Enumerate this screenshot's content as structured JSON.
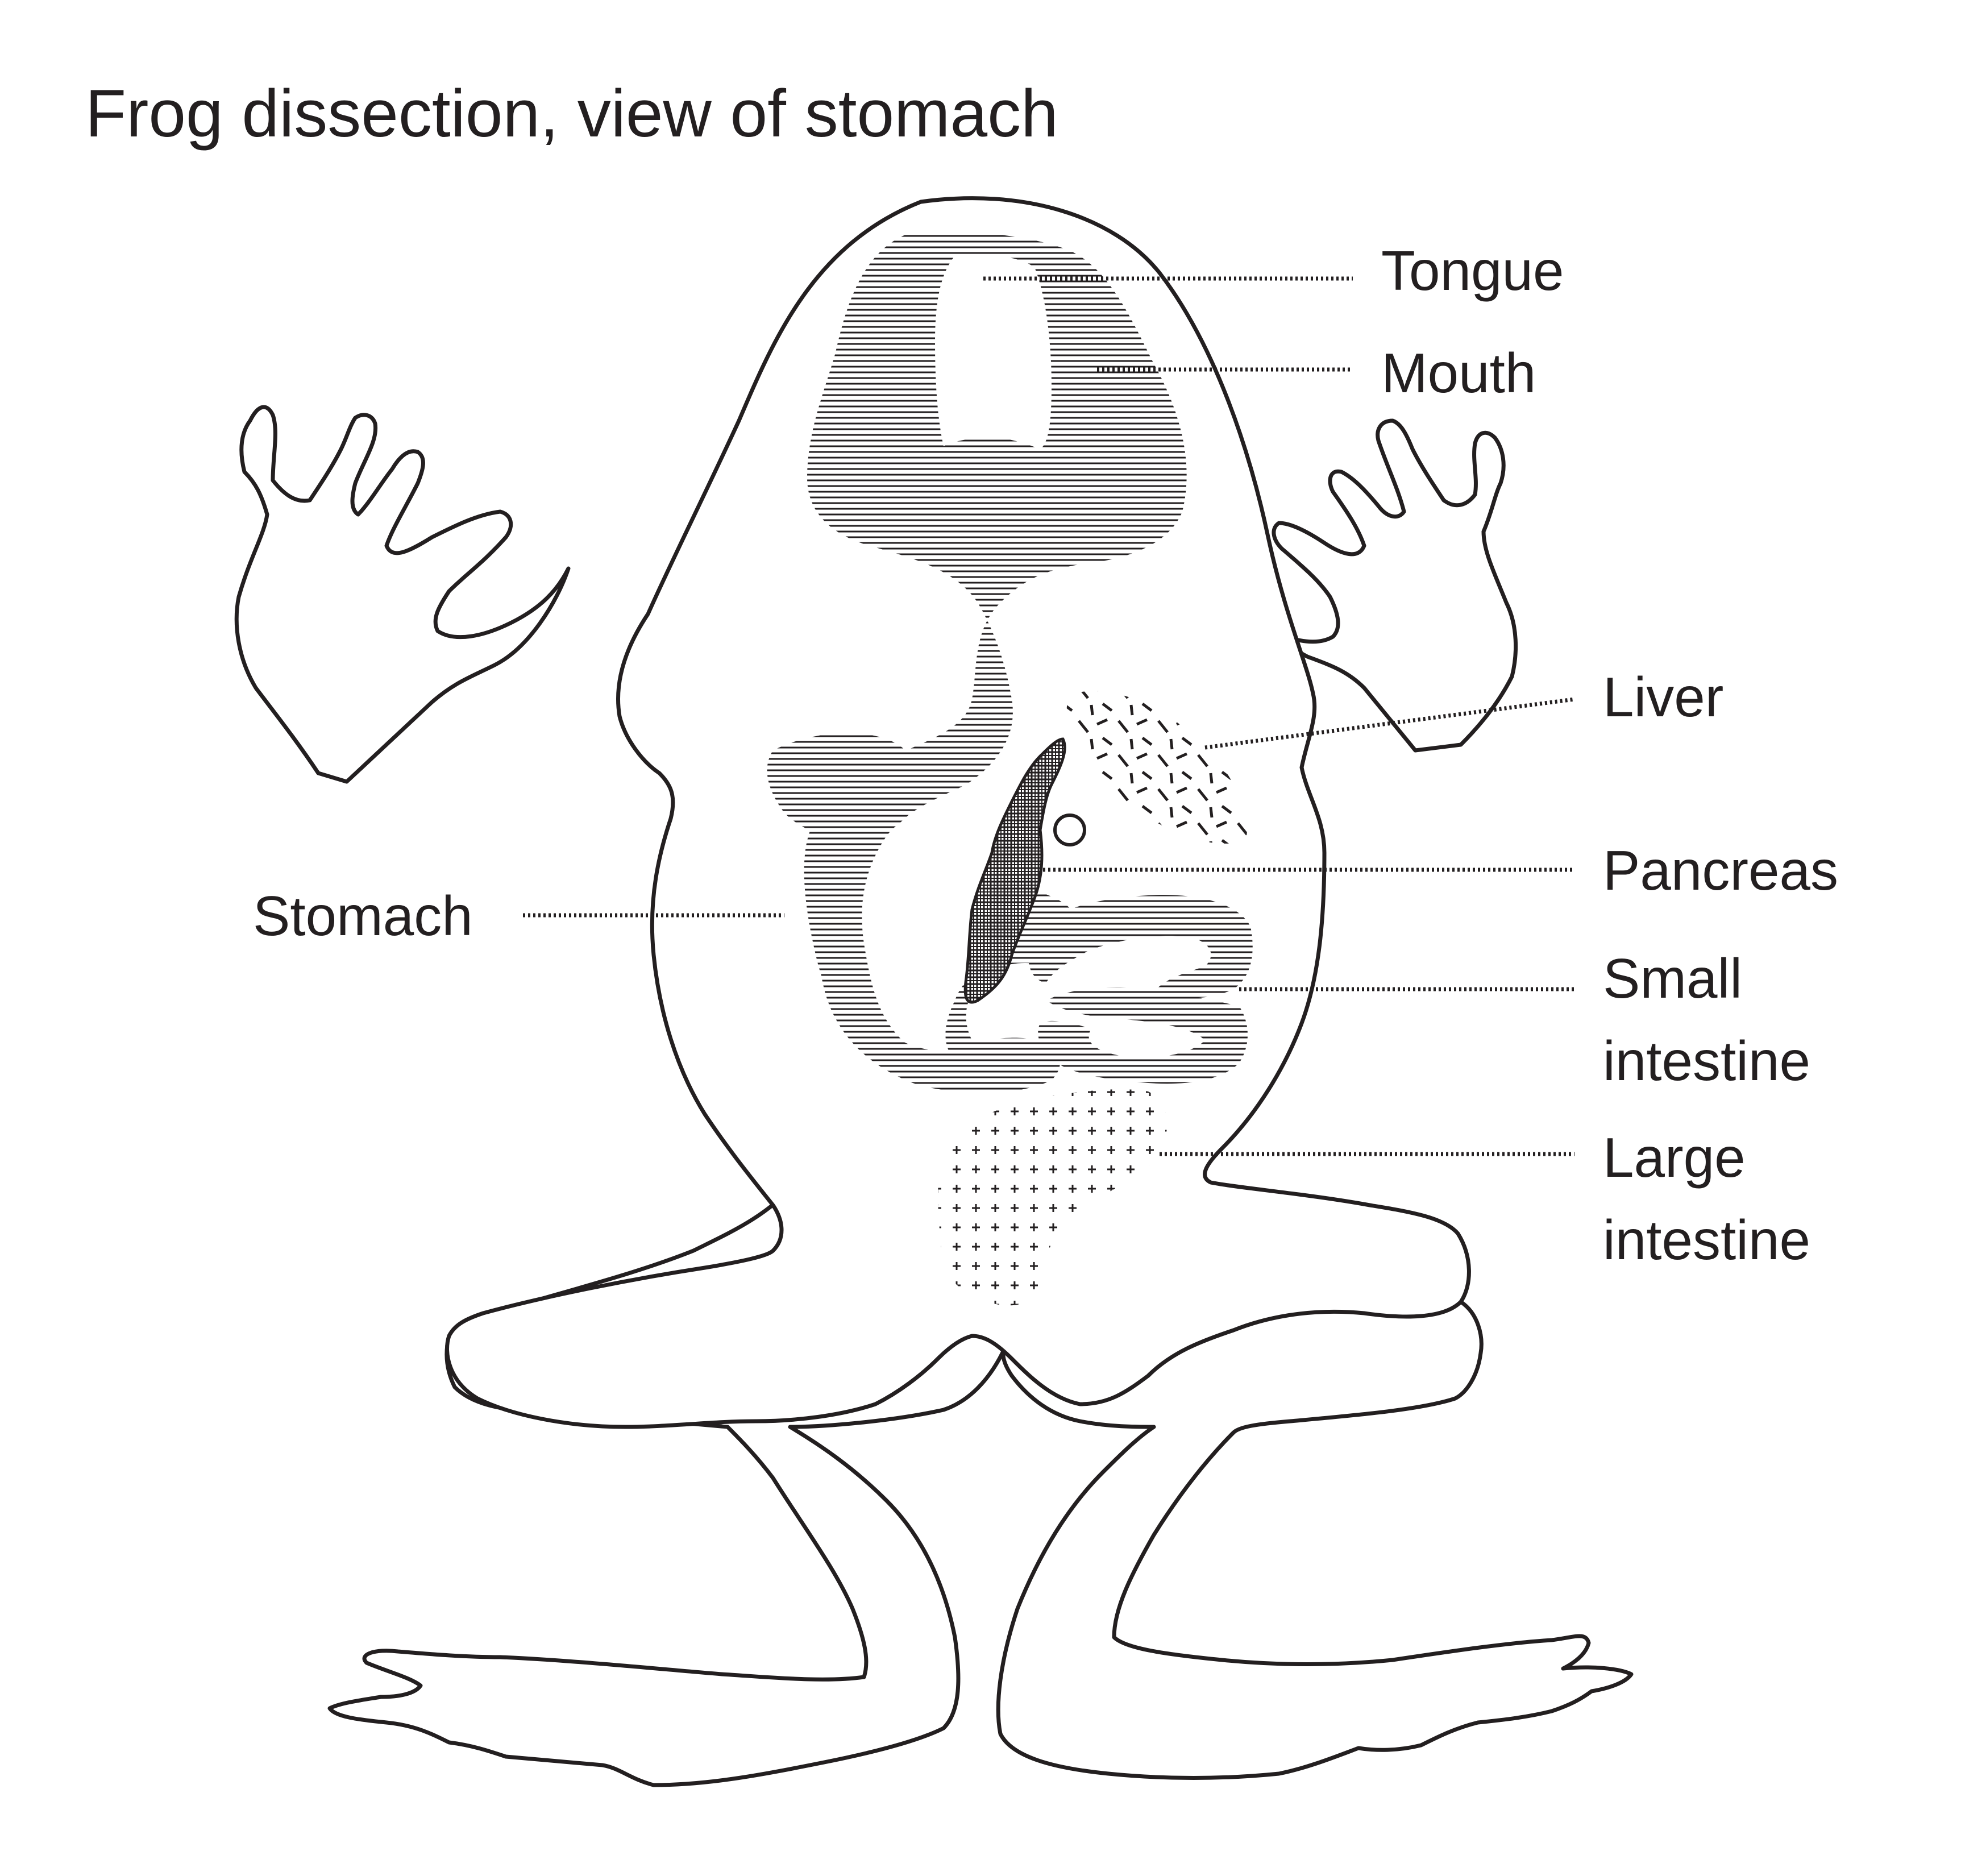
{
  "title": "Frog dissection, view of stomach",
  "labels": {
    "tongue": "Tongue",
    "mouth": "Mouth",
    "liver": "Liver",
    "pancreas": "Pancreas",
    "small_intestine_line1": "Small",
    "small_intestine_line2": "intestine",
    "large_intestine_line1": "Large",
    "large_intestine_line2": "intestine",
    "stomach": "Stomach"
  },
  "colors": {
    "ink": "#231f20",
    "background": "#ffffff"
  }
}
